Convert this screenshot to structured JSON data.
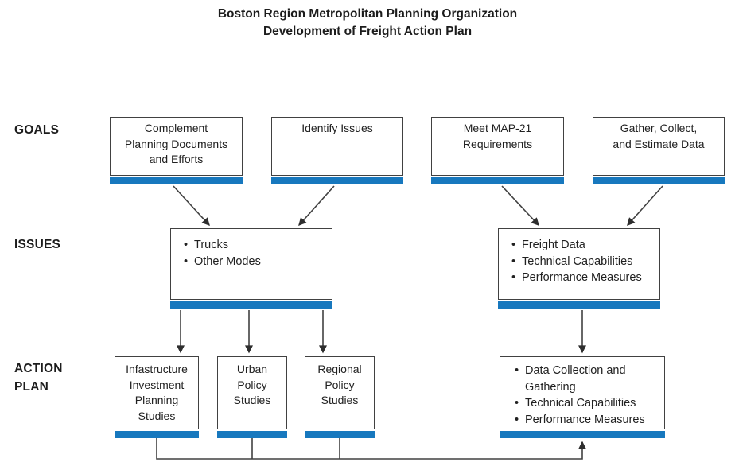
{
  "title": {
    "line1": "Boston Region Metropolitan Planning Organization",
    "line2": "Development of Freight Action Plan"
  },
  "row_labels": {
    "goals": "GOALS",
    "issues": "ISSUES",
    "action_plan": "ACTION\nPLAN"
  },
  "goals": {
    "boxes": [
      {
        "text": "Complement\nPlanning Documents\nand Efforts"
      },
      {
        "text": "Identify Issues"
      },
      {
        "text": "Meet MAP-21\nRequirements"
      },
      {
        "text": "Gather, Collect,\nand Estimate Data"
      }
    ]
  },
  "issues": {
    "boxes": [
      {
        "bullets": [
          "Trucks",
          "Other Modes"
        ]
      },
      {
        "bullets": [
          "Freight Data",
          "Technical Capabilities",
          "Performance Measures"
        ]
      }
    ]
  },
  "action_plan": {
    "boxes": [
      {
        "text": "Infastructure\nInvestment\nPlanning\nStudies"
      },
      {
        "text": "Urban\nPolicy\nStudies"
      },
      {
        "text": "Regional\nPolicy\nStudies"
      },
      {
        "bullets": [
          "Data Collection and Gathering",
          "Technical Capabilities",
          "Performance Measures"
        ]
      }
    ]
  },
  "colors": {
    "accent_blue": "#1778be",
    "line_gray": "#414141"
  }
}
